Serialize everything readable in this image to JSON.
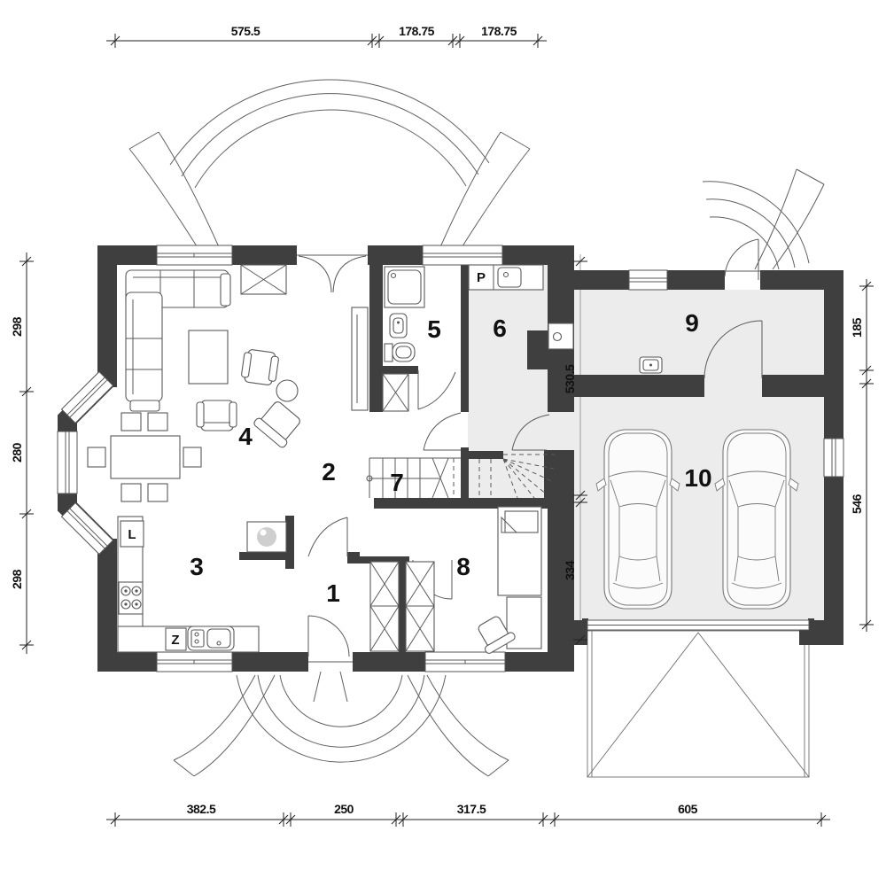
{
  "colors": {
    "wall": "#3f3f3f",
    "floor_shaded": "#ececec",
    "line": "#5a5a5a",
    "dim_text": "#111111"
  },
  "room_labels": [
    "1",
    "2",
    "3",
    "4",
    "5",
    "6",
    "7",
    "8",
    "9",
    "10"
  ],
  "fixture_labels": {
    "fridge": "L",
    "kitchen_sink": "Z",
    "laundry": "P"
  },
  "dimensions": {
    "top": [
      "575.5",
      "178.75",
      "178.75"
    ],
    "bottom": [
      "382.5",
      "250",
      "317.5",
      "605"
    ],
    "left": [
      "298",
      "280",
      "298"
    ],
    "right": [
      "185",
      "546"
    ],
    "garage_column": [
      "530.5",
      "334"
    ]
  }
}
